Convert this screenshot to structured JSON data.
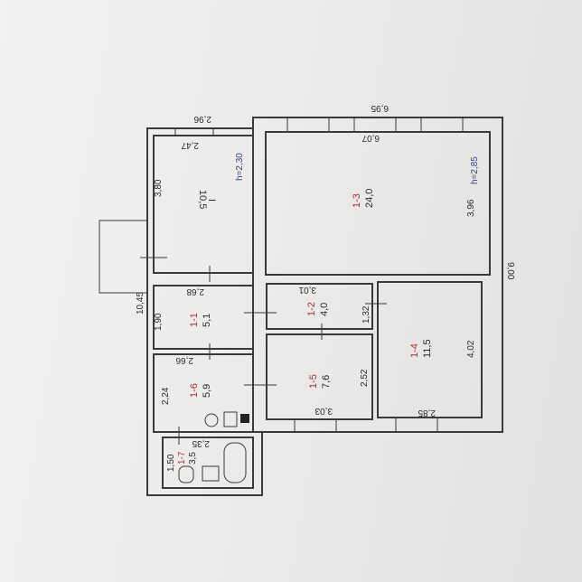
{
  "rooms": [
    {
      "id": "1",
      "name": "I",
      "area": "10,5",
      "width": "2,47",
      "depth": "3,80",
      "height": "h=2,30"
    },
    {
      "id": "3",
      "name": "1-3",
      "area": "24,0",
      "width": "6,07",
      "depth": "3,96",
      "height": "h=2,85"
    },
    {
      "id": "1",
      "name": "1-1",
      "area": "5,1",
      "width": "2,68",
      "depth": "1,90"
    },
    {
      "id": "2",
      "name": "1-2",
      "area": "4,0",
      "width": "3,01",
      "depth": "1,32"
    },
    {
      "id": "4",
      "name": "1-4",
      "area": "11,5",
      "width": "2,85",
      "depth": "4,02"
    },
    {
      "id": "5",
      "name": "1-5",
      "area": "7,6",
      "width": "3,03",
      "depth": "2,52"
    },
    {
      "id": "6",
      "name": "1-6",
      "area": "5,9",
      "width": "2,66",
      "depth": "2,24"
    },
    {
      "id": "7",
      "name": "1-7",
      "area": "3,5",
      "width": "2,35",
      "depth": "1,50"
    }
  ],
  "dimensions": {
    "left_wing_width": "2,96",
    "main_width": "6,95",
    "overall_depth": "9,00",
    "left_total": "10,45"
  }
}
